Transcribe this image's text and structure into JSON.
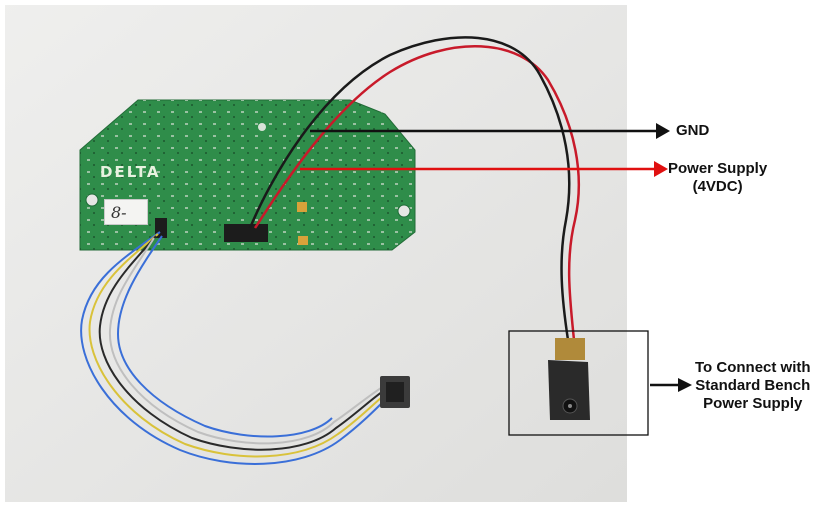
{
  "board": {
    "brand": "DELTA",
    "tag": "8-"
  },
  "labels": {
    "gnd": "GND",
    "power_supply_line1": "Power Supply",
    "power_supply_line2": "(4VDC)",
    "bench_line1": "To Connect with",
    "bench_line2": "Standard Bench",
    "bench_line3": "Power Supply"
  },
  "colors": {
    "arrow_black": "#111111",
    "arrow_red": "#e01010",
    "pcb_green": "#2f8d4a",
    "wire_red": "#c81a2a",
    "wire_black": "#1a1a1a",
    "wire_blue": "#3a6fd8",
    "wire_yellow": "#d9c23a"
  }
}
